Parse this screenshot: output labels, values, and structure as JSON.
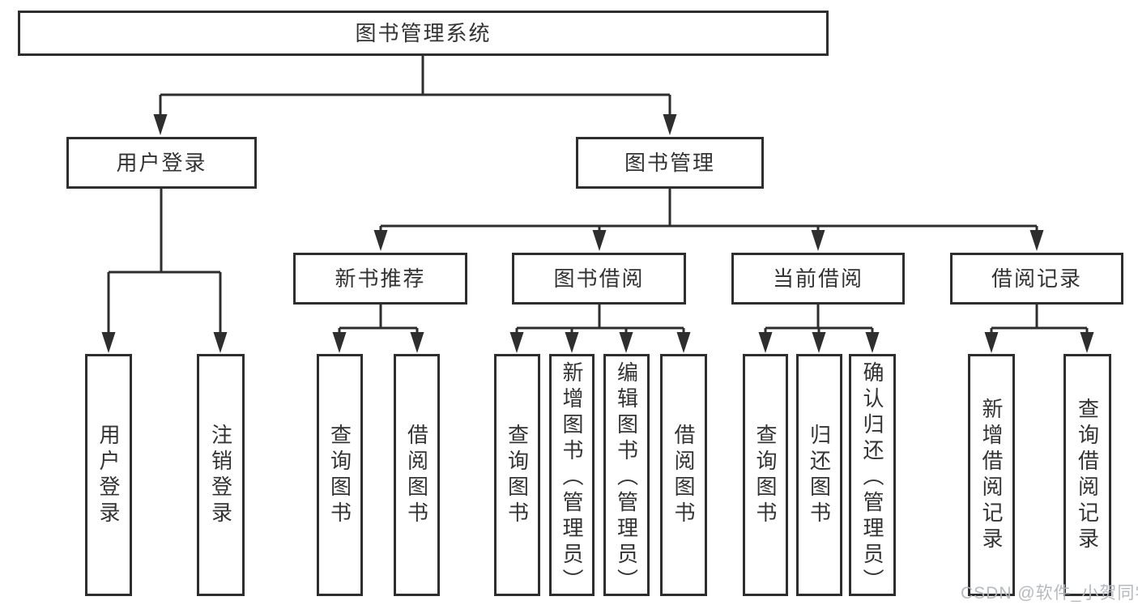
{
  "diagram": {
    "title_node": {
      "label": "图书管理系统"
    },
    "level2": [
      {
        "label": "用户登录"
      },
      {
        "label": "图书管理"
      }
    ],
    "level3": [
      {
        "label": "新书推荐"
      },
      {
        "label": "图书借阅"
      },
      {
        "label": "当前借阅"
      },
      {
        "label": "借阅记录"
      }
    ],
    "leaves": [
      {
        "label": "用户登录"
      },
      {
        "label": "注销登录"
      },
      {
        "label": "查询图书"
      },
      {
        "label": "借阅图书"
      },
      {
        "label": "查询图书"
      },
      {
        "label": "新增图书（管理员）"
      },
      {
        "label": "编辑图书（管理员）"
      },
      {
        "label": "借阅图书"
      },
      {
        "label": "查询图书"
      },
      {
        "label": "归还图书"
      },
      {
        "label": "确认归还（管理员）"
      },
      {
        "label": "新增借阅记录"
      },
      {
        "label": "查询借阅记录"
      }
    ],
    "colors": {
      "line": "#2e2e2e",
      "text": "#333333",
      "background": "#ffffff",
      "watermark": "#b2b6bc"
    }
  },
  "watermark": {
    "text": "CSDN @软件_小贺同学"
  }
}
